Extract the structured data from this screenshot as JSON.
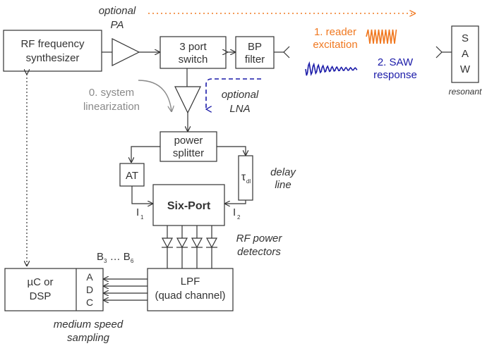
{
  "labels": {
    "optional_pa": [
      "optional",
      "PA"
    ],
    "rf_synth": [
      "RF frequency",
      "synthesizer"
    ],
    "switch": [
      "3 port",
      "switch"
    ],
    "bp_filter": [
      "BP",
      "filter"
    ],
    "reader_excitation": [
      "1. reader",
      "excitation"
    ],
    "saw_response": [
      "2. SAW",
      "response"
    ],
    "saw_letters": [
      "S",
      "A",
      "W"
    ],
    "resonant": "resonant",
    "sys_lin": [
      "0. system",
      "linearization"
    ],
    "optional_lna": [
      "optional",
      "LNA"
    ],
    "power_splitter": [
      "power",
      "splitter"
    ],
    "at": "AT",
    "tau": "τ",
    "tau_sub": "dl",
    "delay_line": [
      "delay",
      "line"
    ],
    "six_port": "Six-Port",
    "i1": "I",
    "i1_sub": "1",
    "i2": "I",
    "i2_sub": "2",
    "rf_power_detectors": [
      "RF power",
      "detectors"
    ],
    "b_range": [
      "B",
      "3",
      " … B",
      "6"
    ],
    "uc_dsp": [
      "µC or",
      "DSP"
    ],
    "adc": [
      "A",
      "D",
      "C"
    ],
    "lpf": [
      "LPF",
      "(quad channel)"
    ],
    "medium_speed": [
      "medium speed",
      "sampling"
    ]
  },
  "colors": {
    "line": "#333333",
    "orange": "#f07820",
    "blue": "#1a1aa8",
    "gray": "#8a8a8a"
  }
}
